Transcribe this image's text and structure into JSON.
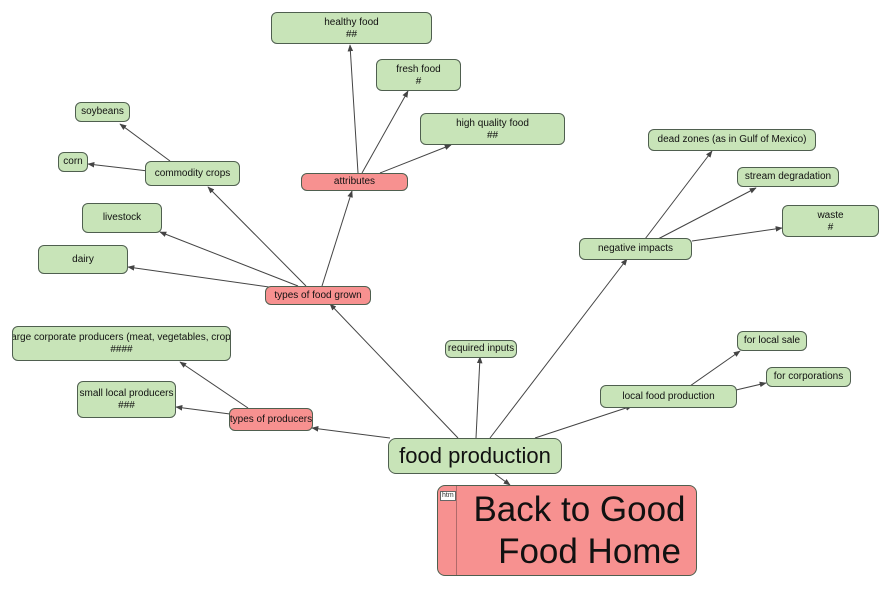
{
  "nodes": {
    "food_production": "food production",
    "back_home_line1": "Back to Good",
    "back_home_line2": "Food Home",
    "back_home_tag": "htm",
    "types_of_producers": "types of producers",
    "large_corporate": "large corporate producers (meat, vegetables, crop)",
    "large_corporate_sub": "####",
    "small_local": "small local producers",
    "small_local_sub": "###",
    "types_of_food_grown": "types of food grown",
    "dairy": "dairy",
    "livestock": "livestock",
    "commodity_crops": "commodity crops",
    "corn": "corn",
    "soybeans": "soybeans",
    "attributes": "attributes",
    "healthy_food": "healthy food",
    "healthy_food_sub": "##",
    "fresh_food": "fresh food",
    "fresh_food_sub": "#",
    "high_quality_food": "high quality food",
    "high_quality_food_sub": "##",
    "required_inputs": "required inputs",
    "negative_impacts": "negative impacts",
    "dead_zones": "dead zones (as in Gulf of Mexico)",
    "stream_degradation": "stream degradation",
    "waste": "waste",
    "waste_sub": "#",
    "local_food_production": "local food production",
    "for_local_sale": "for local sale",
    "for_corporations": "for corporations"
  },
  "colors": {
    "concept_green": "#c8e4b8",
    "concept_red": "#f79190",
    "edge": "#444444"
  }
}
